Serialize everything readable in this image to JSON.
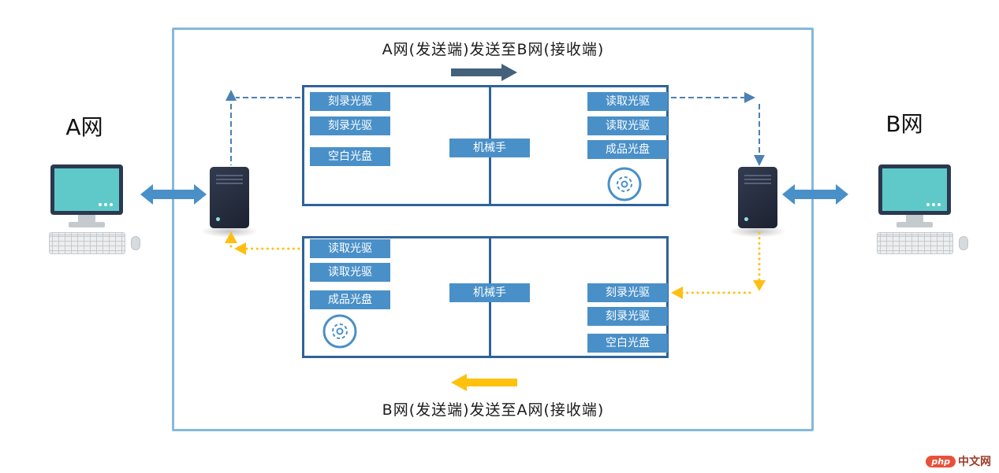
{
  "captions": {
    "a_to_b": "A网(发送端)发送至B网(接收端)",
    "b_to_a": "B网(发送端)发送至A网(接收端)"
  },
  "networks": {
    "a": "A网",
    "b": "B网"
  },
  "machines": {
    "top": {
      "left_slots": [
        "刻录光驱",
        "刻录光驱",
        "空白光盘"
      ],
      "center": "机械手",
      "right_slots": [
        "读取光驱",
        "读取光驱",
        "成品光盘"
      ]
    },
    "bottom": {
      "left_slots": [
        "读取光驱",
        "读取光驱",
        "成品光盘"
      ],
      "center": "机械手",
      "right_slots": [
        "刻录光驱",
        "刻录光驱",
        "空白光盘"
      ]
    }
  },
  "logo": {
    "badge": "php",
    "name": "中文网"
  },
  "colors": {
    "accent": "#4a90c8",
    "frame": "#2e6399",
    "outer_frame": "#86b8db",
    "forward": "#44617b",
    "return": "#fec10e",
    "dashed": "#4d80b3",
    "screen": "#5fc9c9"
  }
}
